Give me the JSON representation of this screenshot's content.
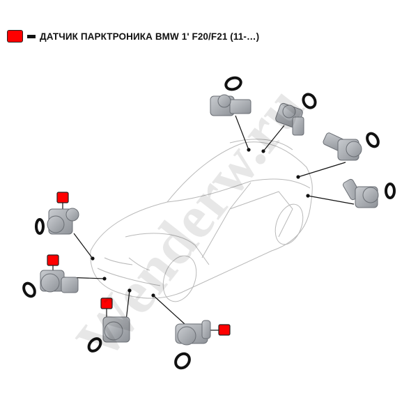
{
  "legend": {
    "marker_color": "#ff0000",
    "title": "ДАТЧИК ПАРКТРОНИКА BMW 1' F20/F21 (11-…)"
  },
  "watermark": "Wenderw.ru",
  "sensors": {
    "rear_count": 4,
    "front_count": 4,
    "front_marked": 4
  }
}
